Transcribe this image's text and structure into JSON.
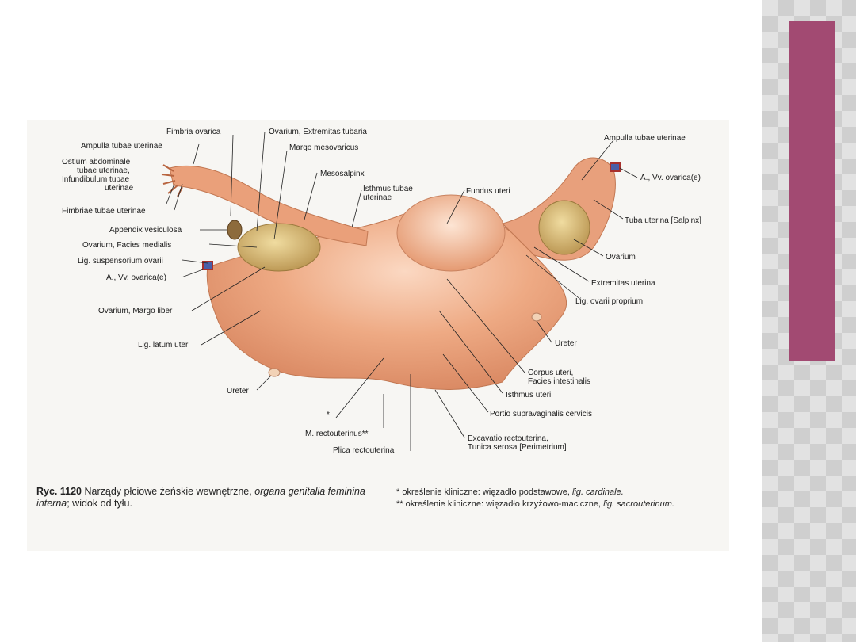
{
  "colors": {
    "accent": "#a24a72",
    "tissue": "#e8a27c",
    "ovary": "#d6b468"
  },
  "labels": {
    "fimbria_ovarica": "Fimbria ovarica",
    "ovarium_extremitas_tubaria": "Ovarium, Extremitas tubaria",
    "margo_mesovaricus": "Margo mesovaricus",
    "ampulla_left": "Ampulla tubae uterinae",
    "ostium_1": "Ostium abdominale",
    "ostium_2": "tubae uterinae,",
    "ostium_3": "Infundibulum tubae",
    "ostium_4": "uterinae",
    "mesosalpinx": "Mesosalpinx",
    "isthmus_tubae_1": "Isthmus tubae",
    "isthmus_tubae_2": "uterinae",
    "fundus_uteri": "Fundus uteri",
    "fimbriae": "Fimbriae tubae uterinae",
    "appendix": "Appendix vesiculosa",
    "ovarium_facies_medialis": "Ovarium, Facies medialis",
    "lig_suspensorium": "Lig. suspensorium ovarii",
    "a_vv_left": "A., Vv. ovarica(e)",
    "ovarium_margo_liber": "Ovarium, Margo liber",
    "lig_latum": "Lig. latum uteri",
    "ureter_left": "Ureter",
    "m_rectouterinus": "M. rectouterinus**",
    "plica": "Plica rectouterina",
    "ampulla_right": "Ampulla tubae uterinae",
    "a_vv_right": "A., Vv. ovarica(e)",
    "tuba_uterina": "Tuba uterina [Salpinx]",
    "ovarium_right": "Ovarium",
    "extremitas_uterina": "Extremitas uterina",
    "lig_ovarii": "Lig. ovarii proprium",
    "ureter_right": "Ureter",
    "corpus_1": "Corpus uteri,",
    "corpus_2": "Facies intestinalis",
    "isthmus_uteri": "Isthmus uteri",
    "portio": "Portio supravaginalis cervicis",
    "excavatio_1": "Excavatio rectouterina,",
    "excavatio_2": "Tunica serosa [Perimetrium]",
    "asterisk": "*"
  },
  "caption": {
    "number": "Ryc. 1120",
    "text_1": "Narządy płciowe żeńskie wewnętrzne,",
    "latin_1": "organa genitalia",
    "latin_2": "feminina interna",
    "text_2": "; widok od tyłu."
  },
  "notes": {
    "n1_prefix": "*  określenie kliniczne: więzadło podstawowe,",
    "n1_latin": "lig. cardinale.",
    "n2_prefix": "** określenie kliniczne: więzadło krzyżowo-maciczne,",
    "n2_latin": "lig. sacrouterinum."
  }
}
